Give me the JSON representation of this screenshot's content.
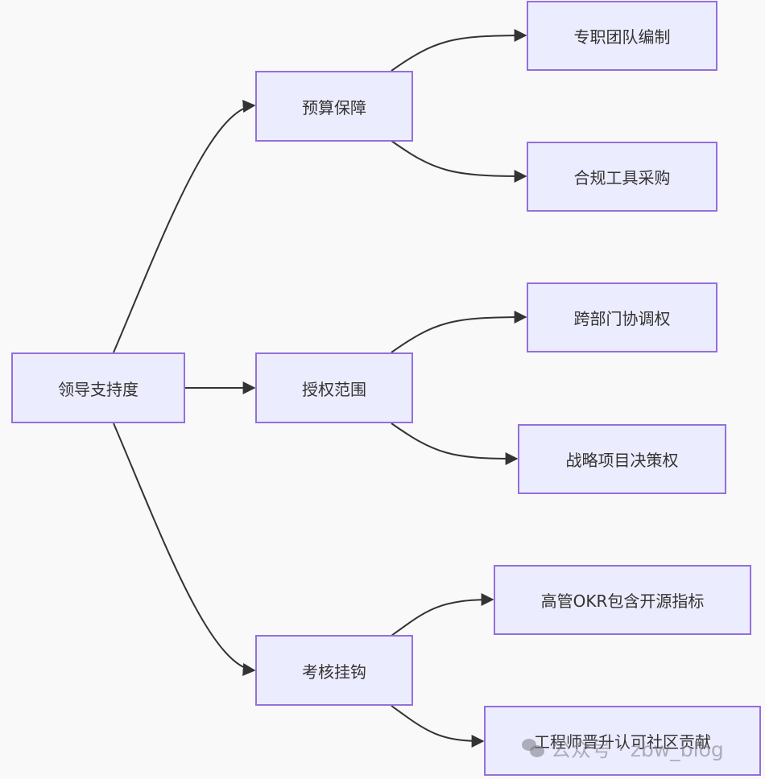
{
  "diagram": {
    "type": "flowchart-LR",
    "root": {
      "id": "root",
      "label": "领导支持度"
    },
    "branches": [
      {
        "id": "b1",
        "label": "预算保障",
        "children": [
          {
            "id": "b1c1",
            "label": "专职团队编制"
          },
          {
            "id": "b1c2",
            "label": "合规工具采购"
          }
        ]
      },
      {
        "id": "b2",
        "label": "授权范围",
        "children": [
          {
            "id": "b2c1",
            "label": "跨部门协调权"
          },
          {
            "id": "b2c2",
            "label": "战略项目决策权"
          }
        ]
      },
      {
        "id": "b3",
        "label": "考核挂钩",
        "children": [
          {
            "id": "b3c1",
            "label": "高管OKR包含开源指标"
          },
          {
            "id": "b3c2",
            "label": "工程师晋升认可社区贡献"
          }
        ]
      }
    ],
    "colors": {
      "node_fill": "#ececff",
      "node_border": "#9370db",
      "edge": "#333333",
      "text": "#333333"
    }
  },
  "watermark": {
    "text": "公众号 · zbw_blog",
    "icon": "wechat-icon"
  }
}
